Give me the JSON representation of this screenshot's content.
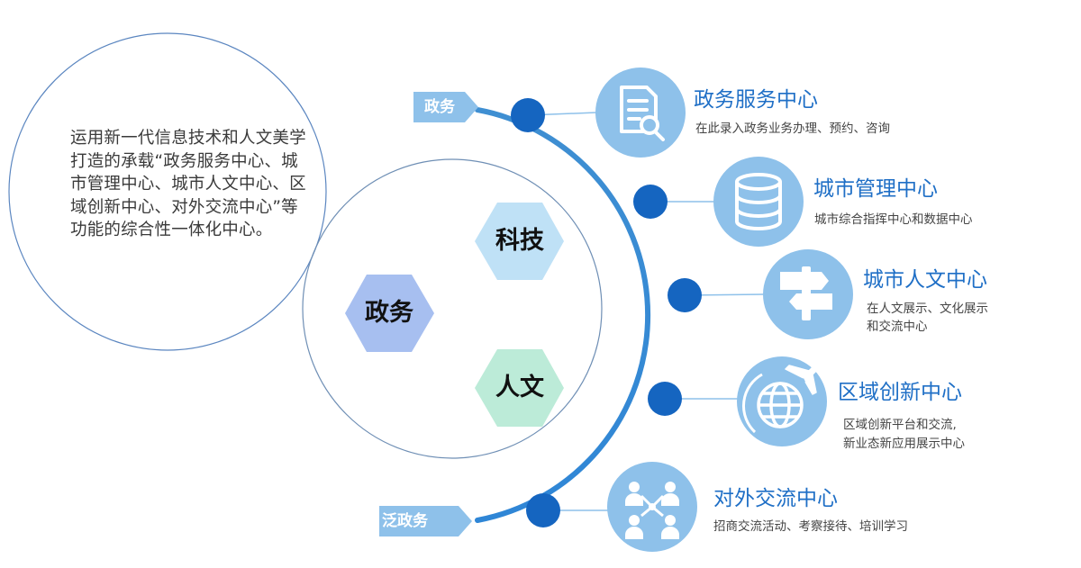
{
  "description": "运用新一代信息技术和人文美学打造的承载“政务服务中心、城市管理中心、城市人文中心、区域创新中心、对外交流中心”等功能的综合性一体化中心。",
  "arc_tags": {
    "top": "政务",
    "bottom": "泛政务"
  },
  "hexagons": [
    {
      "label": "科技",
      "color": "#bfe1f6"
    },
    {
      "label": "政务",
      "color": "#a7bff0"
    },
    {
      "label": "人文",
      "color": "#bcebd8"
    }
  ],
  "centers": [
    {
      "title": "政务服务中心",
      "subtitle_lines": [
        "在此录入政务业务办理、预约、咨询"
      ],
      "icon": "document-search-icon"
    },
    {
      "title": "城市管理中心",
      "subtitle_lines": [
        "城市综合指挥中心和数据中心"
      ],
      "icon": "database-icon"
    },
    {
      "title": "城市人文中心",
      "subtitle_lines": [
        "在人文展示、文化展示",
        "和交流中心"
      ],
      "icon": "signpost-icon"
    },
    {
      "title": "区域创新中心",
      "subtitle_lines": [
        "区域创新平台和交流,",
        "新业态新应用展示中心"
      ],
      "icon": "globe-plane-icon"
    },
    {
      "title": "对外交流中心",
      "subtitle_lines": [
        "招商交流活动、考察接待、培训学习"
      ],
      "icon": "people-network-icon"
    }
  ],
  "colors": {
    "arc": "#3f8fd2",
    "node": "#1565c0",
    "icon_circle": "#8ec1ea",
    "tag": "#8ec1ea",
    "title": "#1f6fc6"
  }
}
